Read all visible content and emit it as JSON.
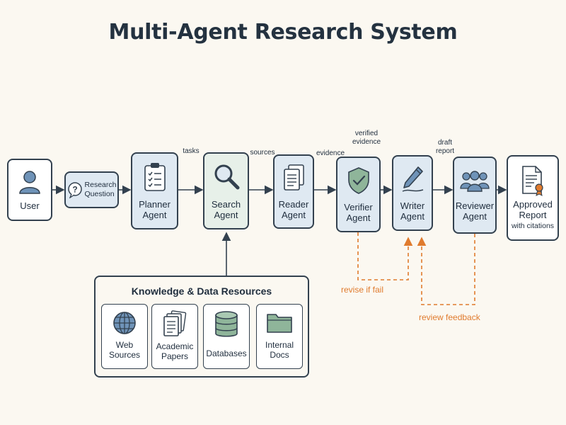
{
  "title": "Multi-Agent Research System",
  "nodes": {
    "user": {
      "label": "User"
    },
    "question": {
      "label": "Research\nQuestion"
    },
    "planner": {
      "label": "Planner\nAgent"
    },
    "search": {
      "label": "Search\nAgent"
    },
    "reader": {
      "label": "Reader\nAgent"
    },
    "verifier": {
      "label": "Verifier\nAgent"
    },
    "writer": {
      "label": "Writer\nAgent"
    },
    "reviewer": {
      "label": "Reviewer\nAgent"
    },
    "report": {
      "label": "Approved\nReport",
      "sublabel": "with citations"
    }
  },
  "edges": {
    "tasks": "tasks",
    "sources": "sources",
    "evidence": "evidence",
    "verified_evidence": "verified\nevidence",
    "draft_report": "draft\nreport",
    "revise": "revise if fail",
    "review_feedback": "review feedback"
  },
  "resources": {
    "title": "Knowledge & Data Resources",
    "items": [
      {
        "label": "Web\nSources",
        "icon": "globe-icon"
      },
      {
        "label": "Academic\nPapers",
        "icon": "papers-icon"
      },
      {
        "label": "Databases",
        "icon": "database-icon"
      },
      {
        "label": "Internal\nDocs",
        "icon": "folder-icon"
      }
    ]
  },
  "colors": {
    "stroke": "#33414f",
    "feedback": "#e07b2e",
    "blue_fill": "#dfe9f2",
    "green_fill": "#e7f0e9",
    "icon_blue": "#6f93b8",
    "icon_green": "#8fb59a",
    "icon_orange": "#e07b2e"
  }
}
